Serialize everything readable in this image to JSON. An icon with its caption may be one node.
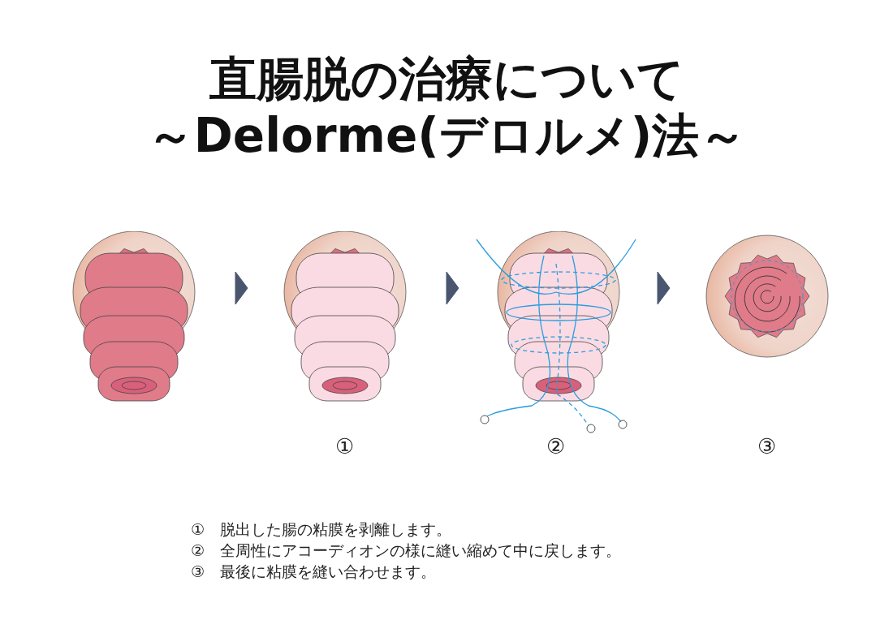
{
  "diagram": {
    "title": "直腸脱の治療について～Delorme(デロルメ)法～",
    "nodes": [
      {
        "text": [],
        "shape": "picture"
      },
      {
        "text": [],
        "shape": "picture",
        "beside": [
          "①"
        ]
      },
      {
        "text": [],
        "shape": "picture",
        "beside": [
          "②"
        ]
      },
      {
        "text": [],
        "shape": "picture",
        "beside": [
          "③"
        ]
      }
    ],
    "edges": [
      {
        "from": 0,
        "to": 1,
        "arrow": "to"
      },
      {
        "from": 1,
        "to": 2,
        "arrow": "to"
      },
      {
        "from": 2,
        "to": 3,
        "arrow": "to"
      }
    ],
    "labels": [
      "①　脱出した腸の粘膜を剥離します。",
      "②　全周性にアコーディオンの様に縫い縮めて中に戻します。",
      "③　最後に粘膜を縫い合わせます。"
    ]
  }
}
